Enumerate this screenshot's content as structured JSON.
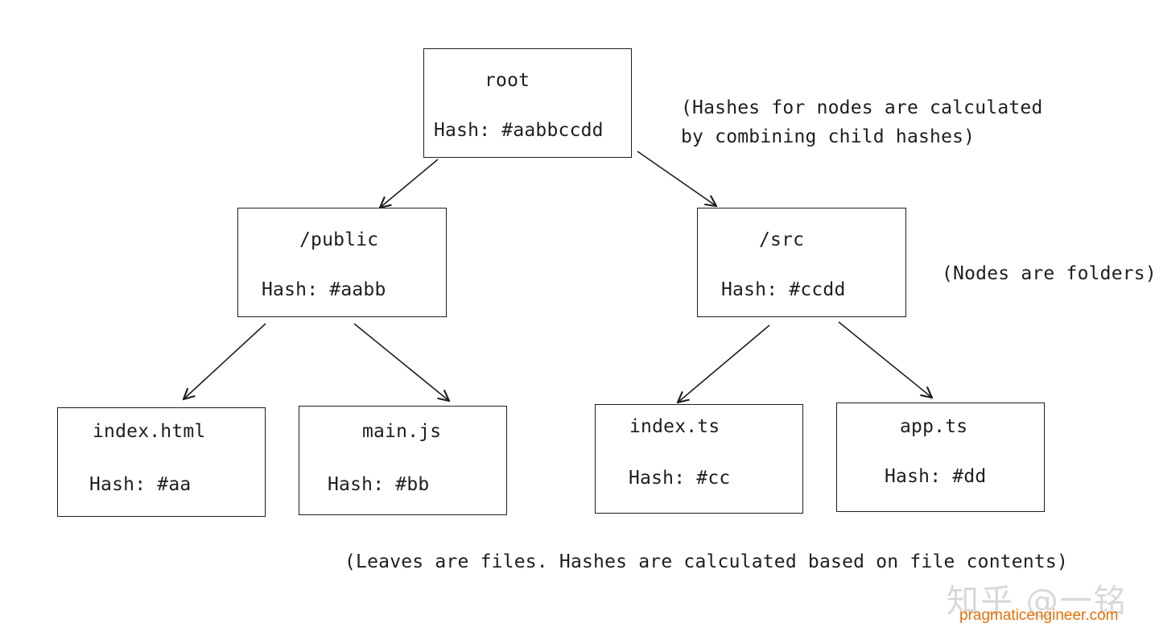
{
  "diagram": {
    "nodes": {
      "root": {
        "name": "root",
        "hash": "Hash: #aabbccdd"
      },
      "public": {
        "name": "/public",
        "hash": "Hash: #aabb"
      },
      "src": {
        "name": "/src",
        "hash": "Hash: #ccdd"
      },
      "index_html": {
        "name": "index.html",
        "hash": "Hash: #aa"
      },
      "main_js": {
        "name": "main.js",
        "hash": "Hash: #bb"
      },
      "index_ts": {
        "name": "index.ts",
        "hash": "Hash: #cc"
      },
      "app_ts": {
        "name": "app.ts",
        "hash": "Hash: #dd"
      }
    },
    "edges": [
      {
        "from": "root",
        "to": "public"
      },
      {
        "from": "root",
        "to": "src"
      },
      {
        "from": "public",
        "to": "index_html"
      },
      {
        "from": "public",
        "to": "main_js"
      },
      {
        "from": "src",
        "to": "index_ts"
      },
      {
        "from": "src",
        "to": "app_ts"
      }
    ],
    "notes": {
      "hash_combine_line1": "(Hashes for nodes are calculated",
      "hash_combine_line2": "by combining child hashes)",
      "nodes_are_folders": "(Nodes are folders)",
      "leaves_are_files": "(Leaves are files. Hashes are calculated  based on file contents)"
    },
    "stroke_color": "#1e1e1e"
  },
  "watermark": {
    "zhihu": "知乎 @一铭",
    "url": "pragmaticengineer.com",
    "url_color": "#e8700a"
  }
}
